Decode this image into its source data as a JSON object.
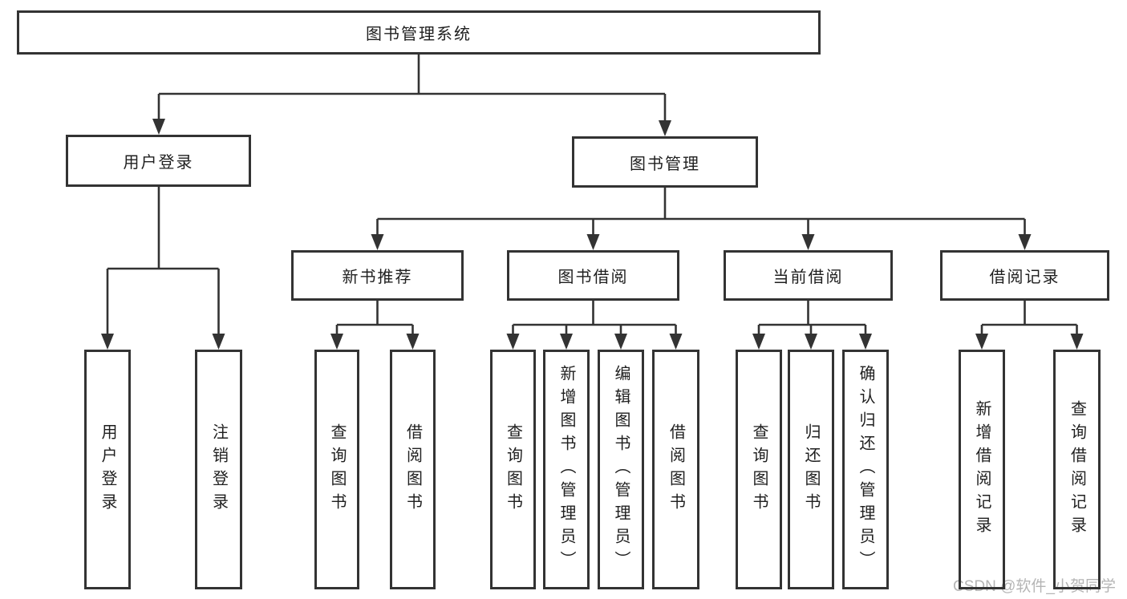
{
  "tree": {
    "label": "图书管理系统",
    "children": [
      {
        "label": "用户登录",
        "children": [
          {
            "label": "用户登录"
          },
          {
            "label": "注销登录"
          }
        ]
      },
      {
        "label": "图书管理",
        "children": [
          {
            "label": "新书推荐",
            "children": [
              {
                "label": "查询图书"
              },
              {
                "label": "借阅图书"
              }
            ]
          },
          {
            "label": "图书借阅",
            "children": [
              {
                "label": "查询图书"
              },
              {
                "label": "新增图书（管理员）"
              },
              {
                "label": "编辑图书（管理员）"
              },
              {
                "label": "借阅图书"
              }
            ]
          },
          {
            "label": "当前借阅",
            "children": [
              {
                "label": "查询图书"
              },
              {
                "label": "归还图书"
              },
              {
                "label": "确认归还（管理员）"
              }
            ]
          },
          {
            "label": "借阅记录",
            "children": [
              {
                "label": "新增借阅记录"
              },
              {
                "label": "查询借阅记录"
              }
            ]
          }
        ]
      }
    ]
  },
  "watermark": {
    "text": "CSDN @软件_小贺同学"
  },
  "colors": {
    "line": "#333333",
    "text": "#1f1f1f",
    "background": "#ffffff",
    "watermark": "#b5b5b5"
  }
}
